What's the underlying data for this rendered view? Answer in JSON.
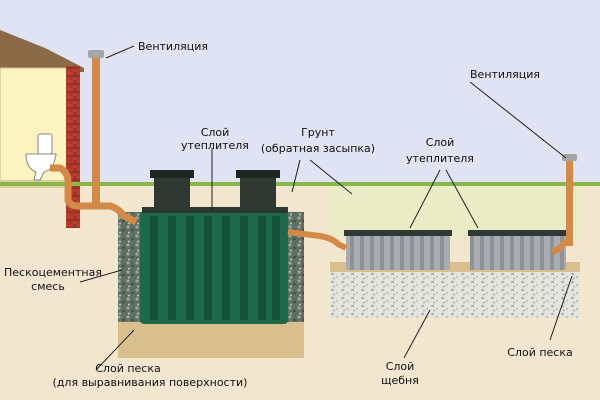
{
  "labels": {
    "vent_left": "Вентиляция",
    "vent_right": "Вентиляция",
    "insulation_left_1": "Слой",
    "insulation_left_2": "утеплителя",
    "soil_1": "Грунт",
    "soil_2": "(обратная засыпка)",
    "insulation_right_1": "Слой",
    "insulation_right_2": "утеплителя",
    "sand_cement_1": "Пескоцементная",
    "sand_cement_2": "смесь",
    "sand_left_1": "Слой песка",
    "sand_left_2": "(для выравнивания поверхности)",
    "gravel_1": "Слой",
    "gravel_2": "щебня",
    "sand_right": "Слой песка"
  },
  "colors": {
    "sky": "#dfe3f3",
    "ground": "#f3e6cf",
    "backfill": "#e9ecc4",
    "grass": "#8bb64a",
    "pipe": "#d48a47",
    "tank": "#1d6a4a",
    "tank_stripe": "#155239",
    "brick": "#b73b2c",
    "house_wall": "#fbf3c0",
    "gravel": "#5f6f62",
    "crushed_stone": "#e4e4de",
    "sand": "#d9bf8e",
    "infiltrator": "#a9acb1",
    "insulation_band": "#2f3833"
  }
}
